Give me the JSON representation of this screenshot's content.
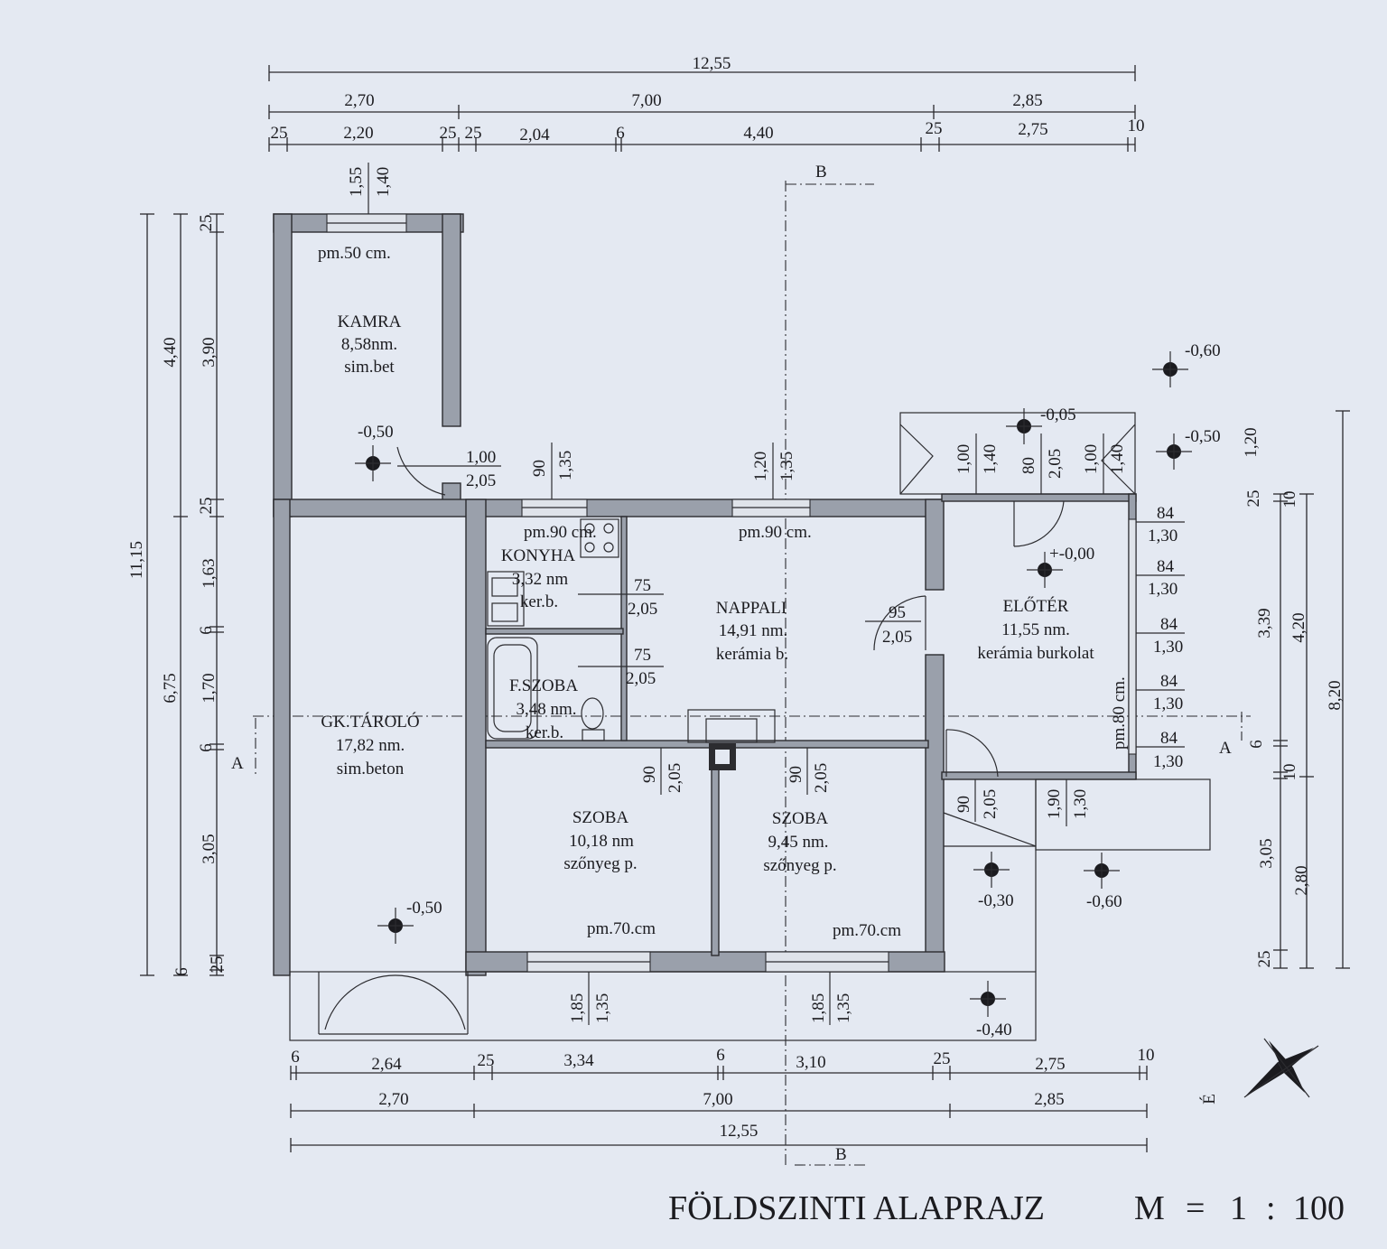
{
  "title": "FÖLDSZINTI ALAPRAJZ",
  "scale": {
    "label": "M",
    "eq": "=",
    "num": "1",
    "colon": ":",
    "den": "100"
  },
  "north_label": "É",
  "section_marks": [
    "B",
    "B",
    "A",
    "A"
  ],
  "dims_top": {
    "total": "12,55",
    "row2": [
      "2,70",
      "7,00",
      "2,85"
    ],
    "row3": [
      "25",
      "2,20",
      "25",
      "25",
      "2,04",
      "6",
      "4,40",
      "25",
      "2,75",
      "10"
    ]
  },
  "dims_bottom": {
    "row1": [
      "6",
      "2,64",
      "25",
      "3,34",
      "6",
      "3,10",
      "25",
      "2,75",
      "10"
    ],
    "row2": [
      "2,70",
      "7,00",
      "2,85"
    ],
    "total": "12,55"
  },
  "dims_left": {
    "total": "11,15",
    "outer": [
      "4,40",
      "6,75"
    ],
    "inner": [
      "25",
      "3,90",
      "25",
      "1,63",
      "6",
      "1,70",
      "6",
      "3,05",
      "25",
      "6"
    ]
  },
  "dims_right": {
    "total": "8,20",
    "outer": [
      "4,20",
      "2,80"
    ],
    "inner": [
      "1,20",
      "25",
      "10",
      "3,39",
      "6",
      "10",
      "3,05",
      "25"
    ]
  },
  "rooms": [
    {
      "name": "KAMRA",
      "area": "8,58nm.",
      "floor": "sim.bet"
    },
    {
      "name": "KONYHA",
      "area": "3,32 nm",
      "floor": "ker.b."
    },
    {
      "name": "NAPPALI",
      "area": "14,91 nm.",
      "floor": "kerámia b."
    },
    {
      "name": "ELŐTÉR",
      "area": "11,55 nm.",
      "floor": "kerámia burkolat"
    },
    {
      "name": "F.SZOBA",
      "area": "3,48 nm.",
      "floor": "ker.b."
    },
    {
      "name": "GK.TÁROLÓ",
      "area": "17,82 nm.",
      "floor": "sim.beton"
    },
    {
      "name": "SZOBA",
      "area": "10,18 nm",
      "floor": "szőnyeg p."
    },
    {
      "name": "SZOBA",
      "area": "9,45 nm.",
      "floor": "szőnyeg p."
    }
  ],
  "parapets": {
    "kamra": "pm.50 cm.",
    "konyha": "pm.90 cm.",
    "nappali": "pm.90 cm.",
    "eloter": "pm.80 cm.",
    "szoba1": "pm.70.cm",
    "szoba2": "pm.70.cm"
  },
  "openings": {
    "kamra_window": [
      "1,55",
      "1,40"
    ],
    "kamra_door": [
      "1,00",
      "2,05"
    ],
    "konyha_window": [
      "90",
      "1,35"
    ],
    "nappali_window": [
      "1,20",
      "1,35"
    ],
    "konyha_door": [
      "75",
      "2,05"
    ],
    "fszoba_door": [
      "75",
      "2,05"
    ],
    "nappali_door": [
      "95",
      "2,05"
    ],
    "eloter_top1": [
      "1,00",
      "1,40"
    ],
    "entry_door": [
      "80",
      "2,05"
    ],
    "eloter_top2": [
      "1,00",
      "1,40"
    ],
    "eloter_right": [
      [
        "84",
        "1,30"
      ],
      [
        "84",
        "1,30"
      ],
      [
        "84",
        "1,30"
      ],
      [
        "84",
        "1,30"
      ],
      [
        "84",
        "1,30"
      ]
    ],
    "szoba1_door": [
      "90",
      "2,05"
    ],
    "szoba2_door": [
      "90",
      "2,05"
    ],
    "eloter_door2": [
      "90",
      "2,05"
    ],
    "eloter_window_bottom": [
      "1,90",
      "1,30"
    ],
    "szoba1_window": [
      "1,85",
      "1,35"
    ],
    "szoba2_window": [
      "1,85",
      "1,35"
    ]
  },
  "levels": [
    "-0,50",
    "-0,60",
    "-0,05",
    "-0,50",
    "+-0,00",
    "-0,50",
    "-0,30",
    "-0,60",
    "-0,40"
  ]
}
